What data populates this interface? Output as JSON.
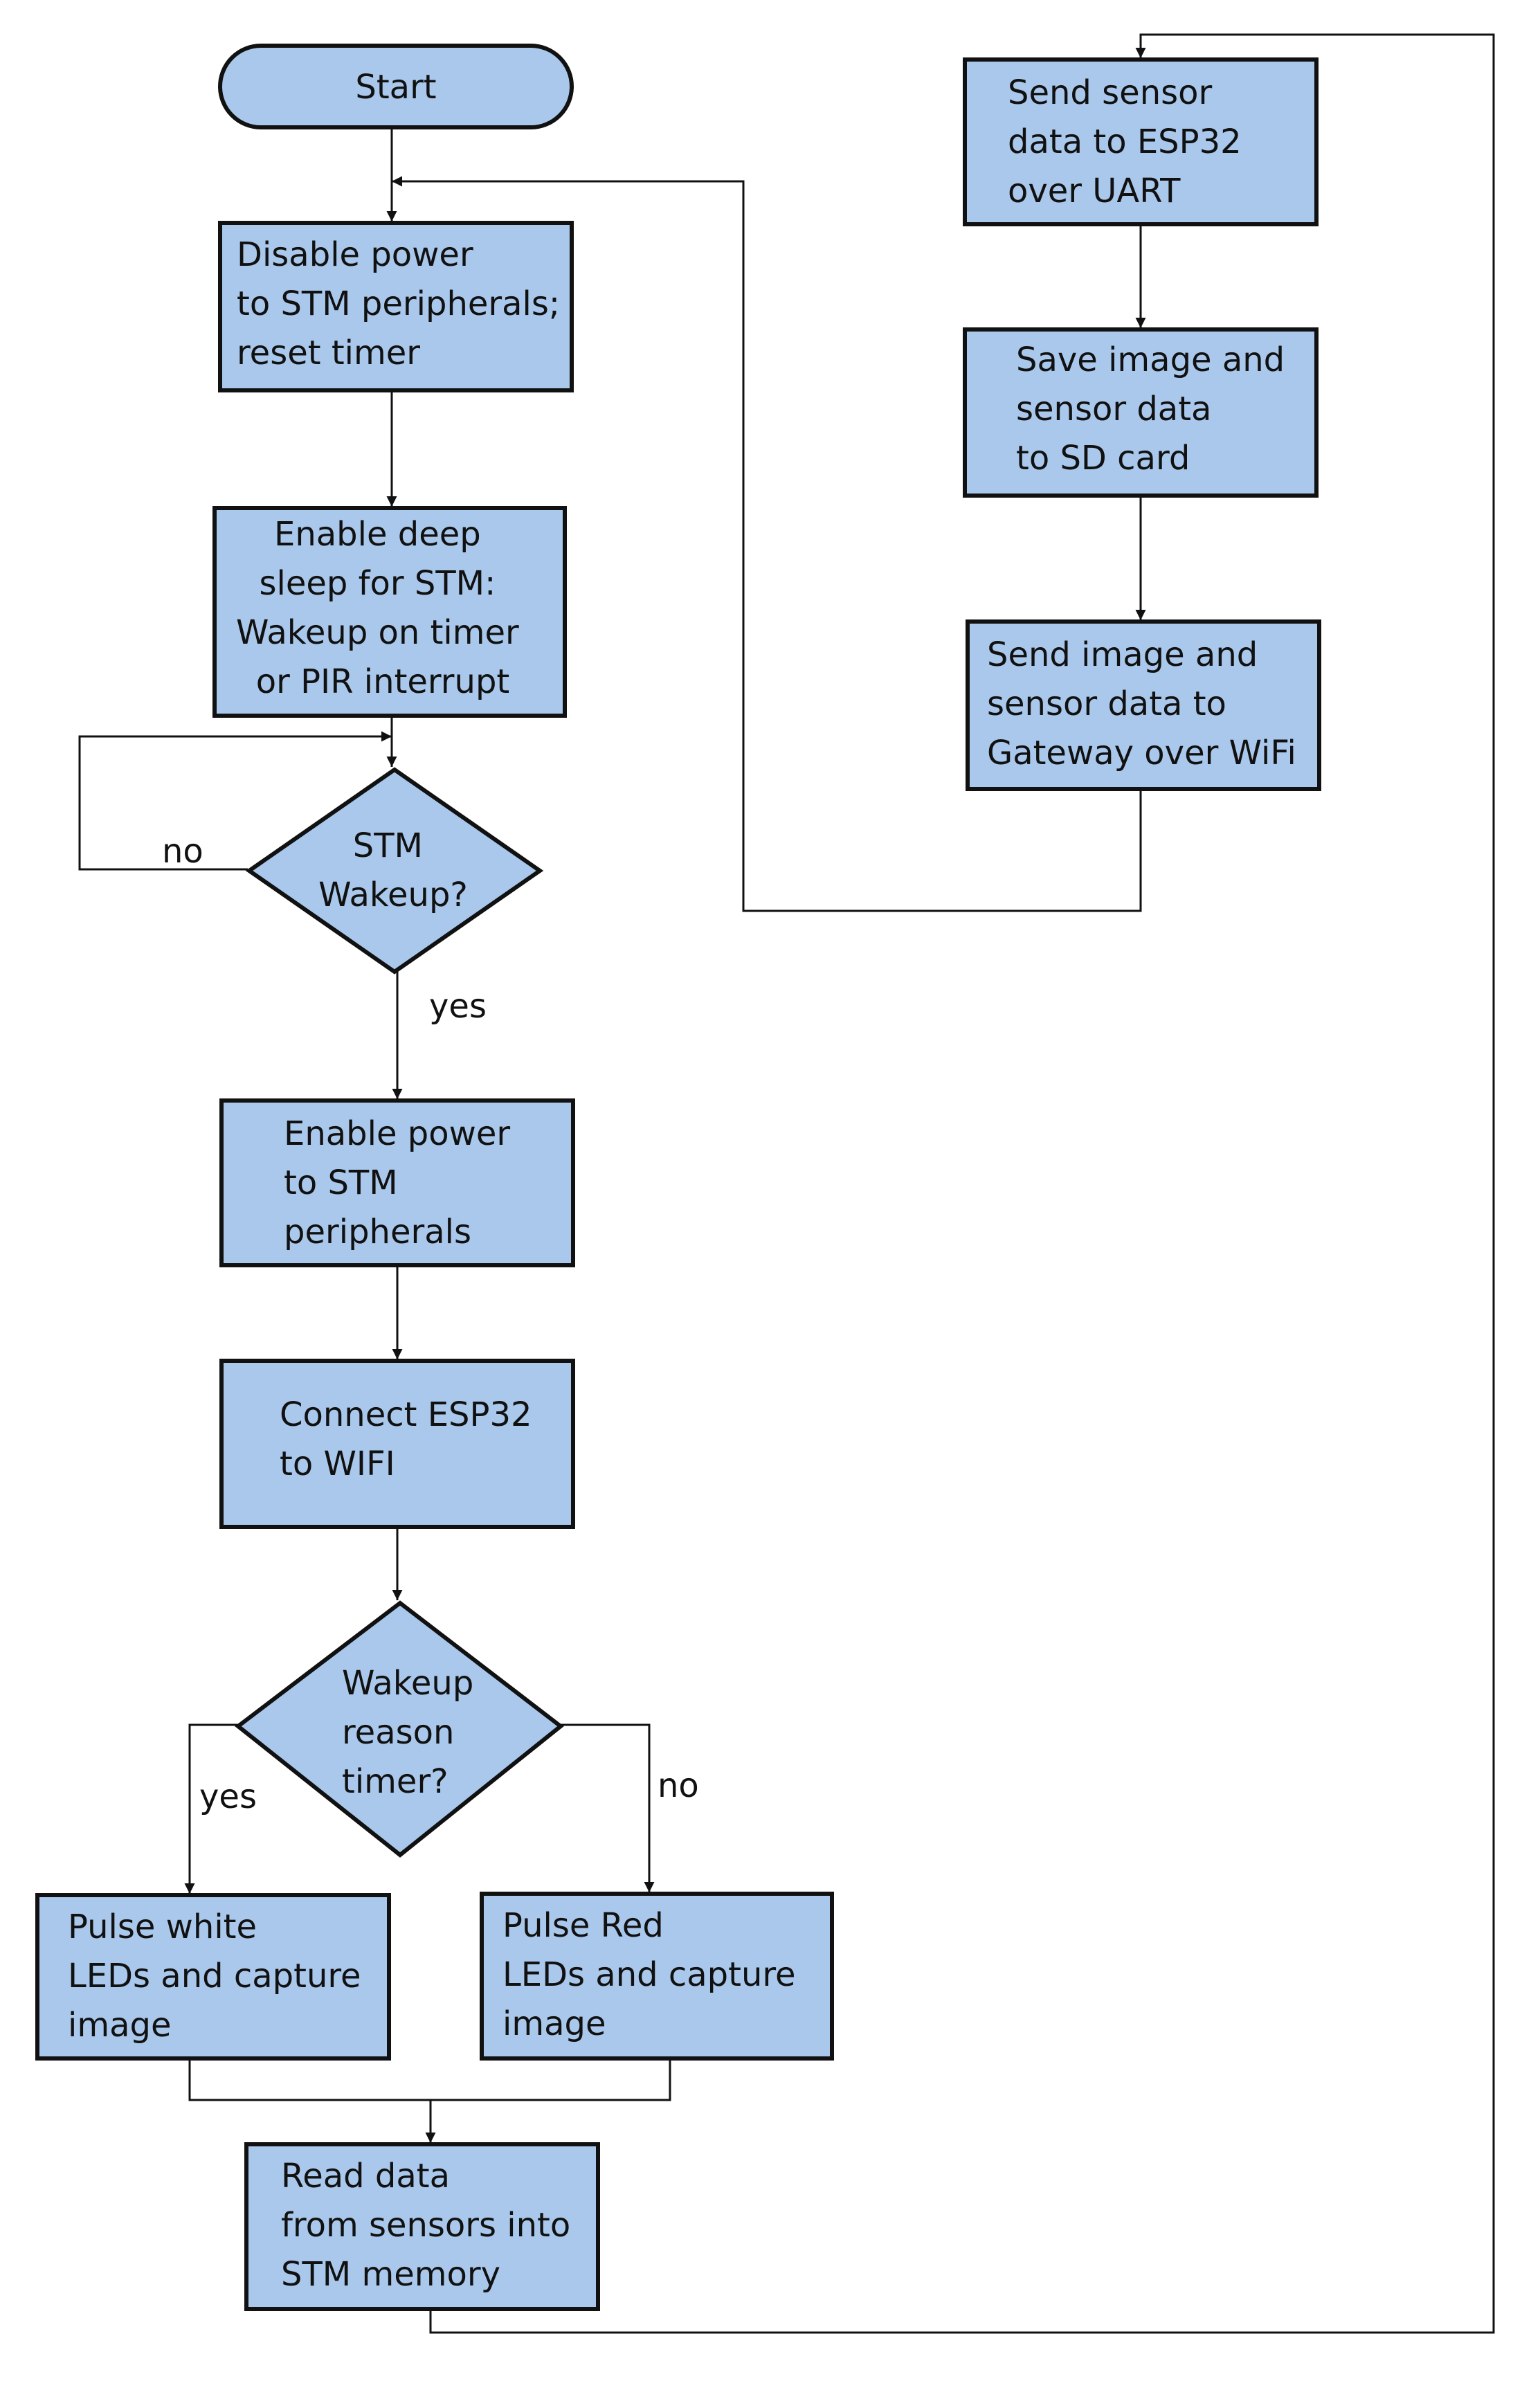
{
  "colors": {
    "node_fill": "#a9c8ec",
    "stroke": "#111111",
    "background": "#ffffff"
  },
  "nodes": {
    "start": {
      "shape": "terminator",
      "lines": [
        "Start"
      ]
    },
    "disable_power": {
      "shape": "process",
      "lines": [
        "Disable power",
        "to STM peripherals;",
        "reset timer"
      ]
    },
    "deep_sleep": {
      "shape": "process",
      "lines": [
        "Enable deep",
        "sleep for STM:",
        "Wakeup on timer",
        "or PIR interrupt"
      ]
    },
    "stm_wakeup": {
      "shape": "decision",
      "lines": [
        "STM",
        "Wakeup?"
      ]
    },
    "enable_power": {
      "shape": "process",
      "lines": [
        "Enable power",
        "to STM",
        "peripherals"
      ]
    },
    "connect_wifi": {
      "shape": "process",
      "lines": [
        "Connect ESP32",
        "to WIFI"
      ]
    },
    "wakeup_reason": {
      "shape": "decision",
      "lines": [
        "Wakeup",
        "reason",
        "timer?"
      ]
    },
    "pulse_white": {
      "shape": "process",
      "lines": [
        "Pulse white",
        "LEDs and capture",
        "image"
      ]
    },
    "pulse_red": {
      "shape": "process",
      "lines": [
        "Pulse Red",
        "LEDs and capture",
        "image"
      ]
    },
    "read_data": {
      "shape": "process",
      "lines": [
        "Read data",
        "from sensors into",
        "STM memory"
      ]
    },
    "send_uart": {
      "shape": "process",
      "lines": [
        "Send sensor",
        "data to ESP32",
        "over UART"
      ]
    },
    "save_sd": {
      "shape": "process",
      "lines": [
        "Save image and",
        "sensor data",
        "to SD card"
      ]
    },
    "send_wifi": {
      "shape": "process",
      "lines": [
        "Send image and",
        "sensor data to",
        "Gateway over WiFi"
      ]
    }
  },
  "edge_labels": {
    "stm_no": "no",
    "stm_yes": "yes",
    "reason_yes": "yes",
    "reason_no": "no"
  }
}
